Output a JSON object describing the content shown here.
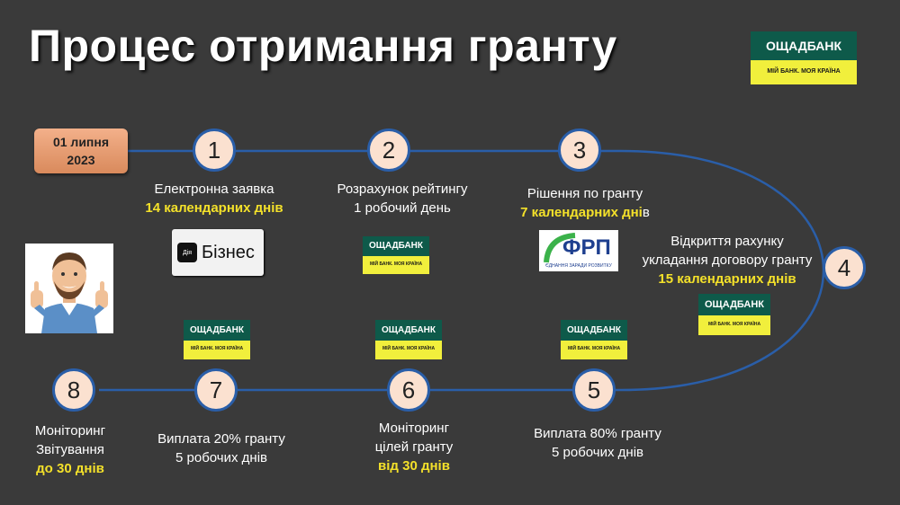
{
  "title": "Процес отримання гранту",
  "logo_top": {
    "name": "ОЩАДБАНК",
    "slogan": "МІЙ БАНК. МОЯ КРАЇНА"
  },
  "date_box": {
    "line1": "01 липня",
    "line2": "2023"
  },
  "steps": [
    {
      "num": "1",
      "line1": "Електронна заявка",
      "line2": "14 календарних днів"
    },
    {
      "num": "2",
      "line1": "Розрахунок рейтингу",
      "line2": "1 робочий день"
    },
    {
      "num": "3",
      "line1": "Рішення по гранту",
      "line2a": "7 календарних дні",
      "line2b": "в"
    },
    {
      "num": "4",
      "line1": "Відкриття рахунку",
      "line2": "укладання договору гранту",
      "line3": "15 календарних днів"
    },
    {
      "num": "5",
      "line1": "Виплата 80% гранту",
      "line2": "5 робочих днів"
    },
    {
      "num": "6",
      "line1": "Моніторинг",
      "line2": "цілей гранту",
      "line3": "від 30 днів"
    },
    {
      "num": "7",
      "line1": "Виплата 20% гранту",
      "line2": "5 робочих днів"
    },
    {
      "num": "8",
      "line1": "Моніторинг",
      "line2": "Звітування",
      "line3": "до 30 днів"
    }
  ],
  "diya_logo": {
    "mark": "Дія",
    "text": "Бізнес"
  },
  "frp_logo": {
    "name": "ФРП",
    "subtitle": "ЄДНАННЯ ЗАРАДИ РОЗВИТКУ"
  },
  "colors": {
    "background": "#3a3a3a",
    "highlight": "#f4e12a",
    "line": "#2a5ea8",
    "circle_fill": "#fbe1d0",
    "bank_green": "#0e5a4a",
    "bank_yellow": "#f1ef3c"
  }
}
